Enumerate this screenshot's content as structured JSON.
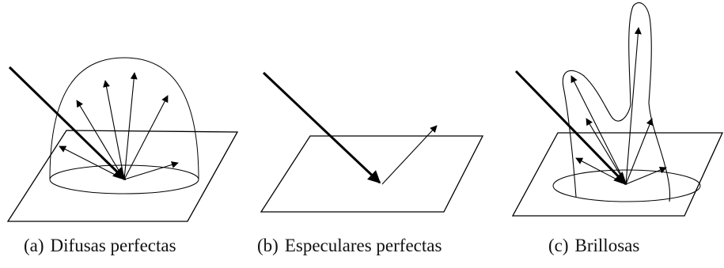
{
  "panels": [
    {
      "tag": "(a)",
      "title": "Difusas perfectas"
    },
    {
      "tag": "(b)",
      "title": "Especulares perfectas"
    },
    {
      "tag": "(c)",
      "title": "Brillosas"
    }
  ],
  "colors": {
    "stroke": "#000000",
    "background": "#ffffff"
  }
}
